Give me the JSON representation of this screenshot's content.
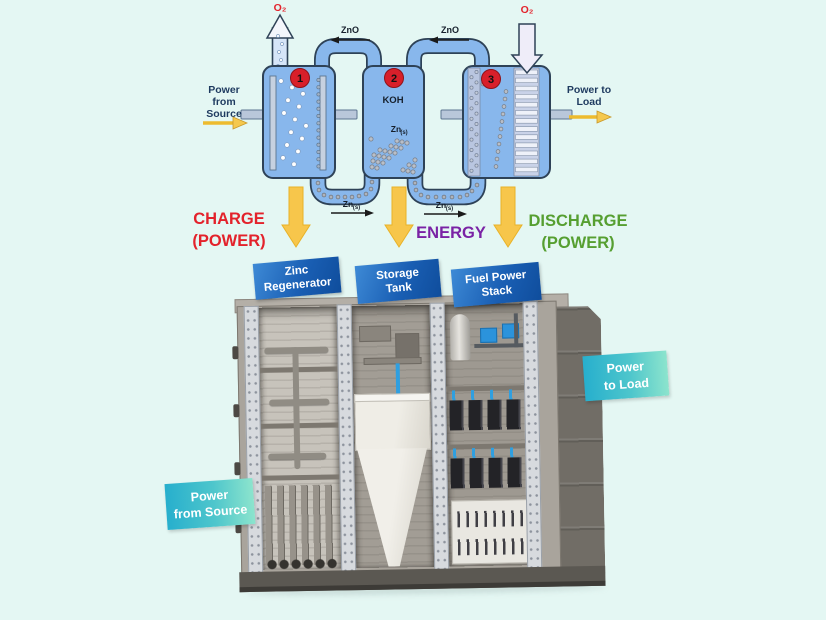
{
  "colors": {
    "background": "#e4f7f3",
    "tank_fill": "#88b7ec",
    "tank_stroke": "#2e4257",
    "arrow_yellow": "#f7c64b",
    "badge_red": "#d81f2a",
    "charge_red": "#e3222b",
    "energy_purple": "#7a22a5",
    "discharge_green": "#569f31",
    "banner_blue": "#1a5fb4",
    "banner_teal": "#4ec6cc"
  },
  "flow": {
    "o2_left": "O₂",
    "o2_right": "O₂",
    "zno_left": "ZnO",
    "zno_right": "ZnO",
    "koh": "KOH",
    "zn_tank": {
      "base": "Zn",
      "sub": "(s)"
    },
    "zn_pipe_left": {
      "base": "Zn",
      "sub": "(s)"
    },
    "zn_pipe_right": {
      "base": "Zn",
      "sub": "(s)"
    },
    "badges": [
      "1",
      "2",
      "3"
    ],
    "power_from": {
      "line1": "Power",
      "line2": "from",
      "line3": "Source"
    },
    "power_to": {
      "line1": "Power to",
      "line2": "Load"
    },
    "charge": {
      "line1": "CHARGE",
      "line2": "(POWER)"
    },
    "energy": "ENERGY",
    "discharge": {
      "line1": "DISCHARGE",
      "line2": "(POWER)"
    }
  },
  "machine": {
    "banners": [
      {
        "line1": "Zinc",
        "line2": "Regenerator"
      },
      {
        "line1": "Storage",
        "line2": "Tank"
      },
      {
        "line1": "Fuel Power",
        "line2": "Stack"
      }
    ],
    "power_from_banner": {
      "line1": "Power",
      "line2": "from Source"
    },
    "power_to_banner": {
      "line1": "Power",
      "line2": "to Load"
    }
  }
}
